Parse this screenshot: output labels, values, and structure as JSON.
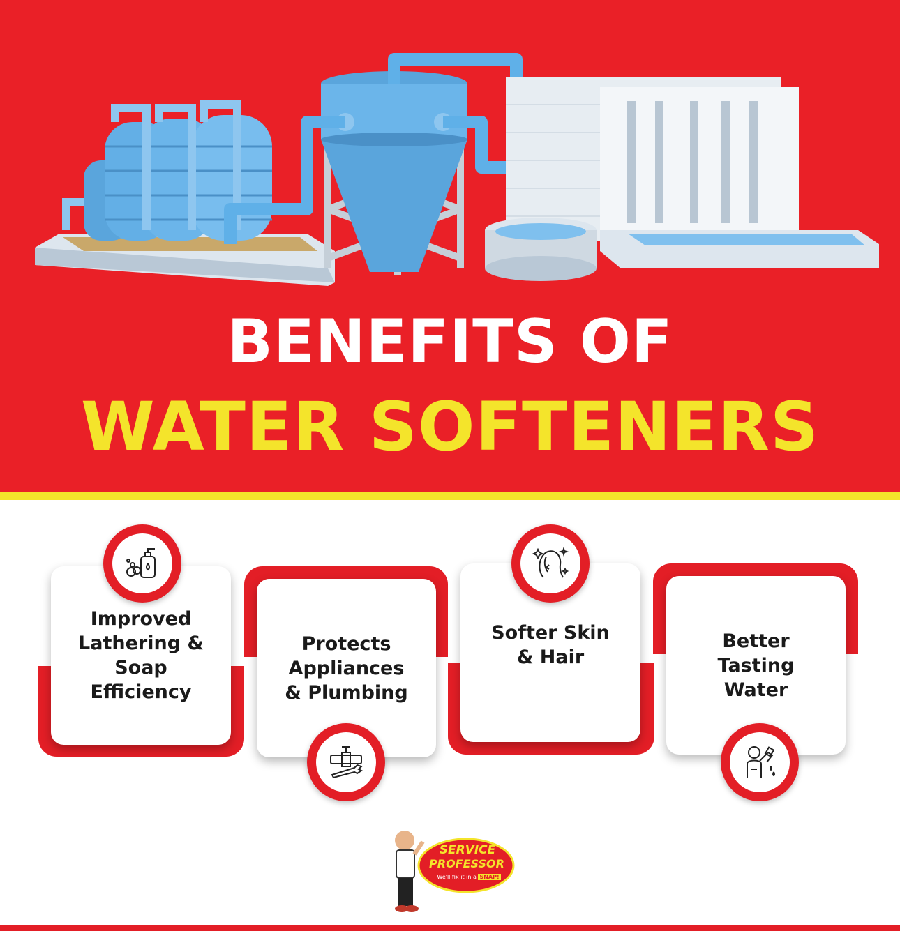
{
  "headline": {
    "line1": "BENEFITS OF",
    "line2": "WATER SOFTENERS"
  },
  "colors": {
    "brand_red": "#ea2027",
    "accent_yellow": "#f4e42b",
    "text_dark": "#1a1a1a",
    "pipe_blue": "#4fa3e0"
  },
  "benefits": [
    {
      "label": "Improved\nLathering &\nSoap\nEfficiency",
      "icon": "soap-dispenser-icon"
    },
    {
      "label": "Protects\nAppliances\n& Plumbing",
      "icon": "pipe-wrench-icon"
    },
    {
      "label": "Softer Skin\n& Hair",
      "icon": "hair-sparkle-icon"
    },
    {
      "label": "Better\nTasting\nWater",
      "icon": "person-drinking-icon"
    }
  ],
  "logo": {
    "line1": "SERVICE",
    "line2": "PROFESSOR",
    "tagline": "We'll fix it in a",
    "snap": "SNAP!"
  }
}
